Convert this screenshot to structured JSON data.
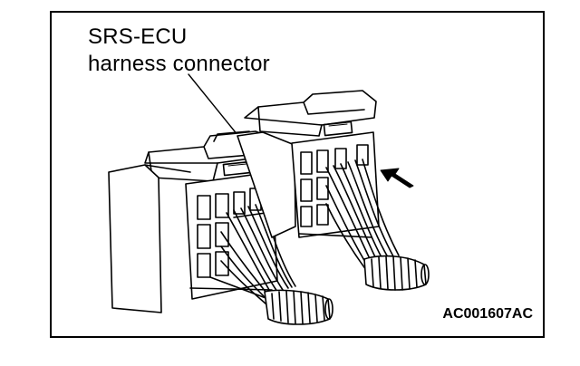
{
  "callout": {
    "line1": "SRS-ECU",
    "line2": "harness connector"
  },
  "figure_code": "AC001607AC",
  "colors": {
    "ink": "#000000",
    "paper": "#ffffff"
  },
  "icons": [
    "connector-illustration",
    "arrow-icon",
    "leader-line"
  ]
}
